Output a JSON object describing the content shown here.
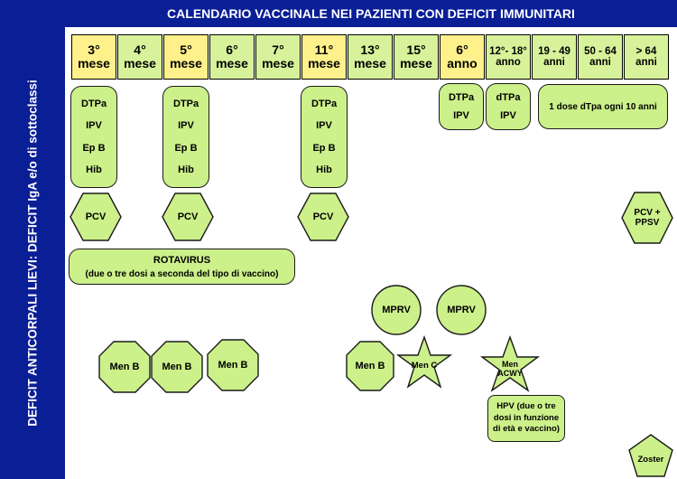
{
  "title": "CALENDARIO VACCINALE NEI PAZIENTI CON DEFICIT IMMUNITARI",
  "side_label": "DEFICIT ANTICORPALI LIEVI: DEFICIT IgA e/o di sottoclassi",
  "headers": [
    {
      "top": "3°",
      "bottom": "mese",
      "highlight": true
    },
    {
      "top": "4°",
      "bottom": "mese",
      "highlight": false
    },
    {
      "top": "5°",
      "bottom": "mese",
      "highlight": true
    },
    {
      "top": "6°",
      "bottom": "mese",
      "highlight": false
    },
    {
      "top": "7°",
      "bottom": "mese",
      "highlight": false
    },
    {
      "top": "11°",
      "bottom": "mese",
      "highlight": true
    },
    {
      "top": "13°",
      "bottom": "mese",
      "highlight": false
    },
    {
      "top": "15°",
      "bottom": "mese",
      "highlight": false
    },
    {
      "top": "6°",
      "bottom": "anno",
      "highlight": true
    },
    {
      "top": "12°- 18°",
      "bottom": "anno",
      "highlight": false
    },
    {
      "top": "19 - 49",
      "bottom": "anni",
      "highlight": false
    },
    {
      "top": "50 - 64",
      "bottom": "anni",
      "highlight": false
    },
    {
      "top": "> 64",
      "bottom": "anni",
      "highlight": false
    }
  ],
  "boxes": {
    "dtpa_3": [
      "DTPa",
      "IPV",
      "Ep B",
      "Hib"
    ],
    "dtpa_5": [
      "DTPa",
      "IPV",
      "Ep B",
      "Hib"
    ],
    "dtpa_11": [
      "DTPa",
      "IPV",
      "Ep B",
      "Hib"
    ],
    "dtpa_6y": [
      "DTPa",
      "IPV"
    ],
    "dtpa_12y": [
      "dTPa",
      "IPV"
    ],
    "dtpa_adult": "1 dose dTpa ogni 10 anni",
    "rotavirus_title": "ROTAVIRUS",
    "rotavirus_note": "(due o tre dosi a seconda del tipo di vaccino)",
    "hpv": "HPV (due o tre dosi in funzione di età e vaccino)"
  },
  "shapes": {
    "pcv": "PCV",
    "pcv_ppsv": "PCV + PPSV",
    "men_b": "Men B",
    "mprv": "MPRV",
    "men_c": "Men C",
    "men_acwy": "Men ACWY",
    "zoster": "Zoster"
  },
  "colors": {
    "frame_blue": "#0a1e96",
    "highlight_yellow": "#fef08a",
    "header_green": "#d7f29a",
    "vaccine_green": "#ccf08a"
  }
}
